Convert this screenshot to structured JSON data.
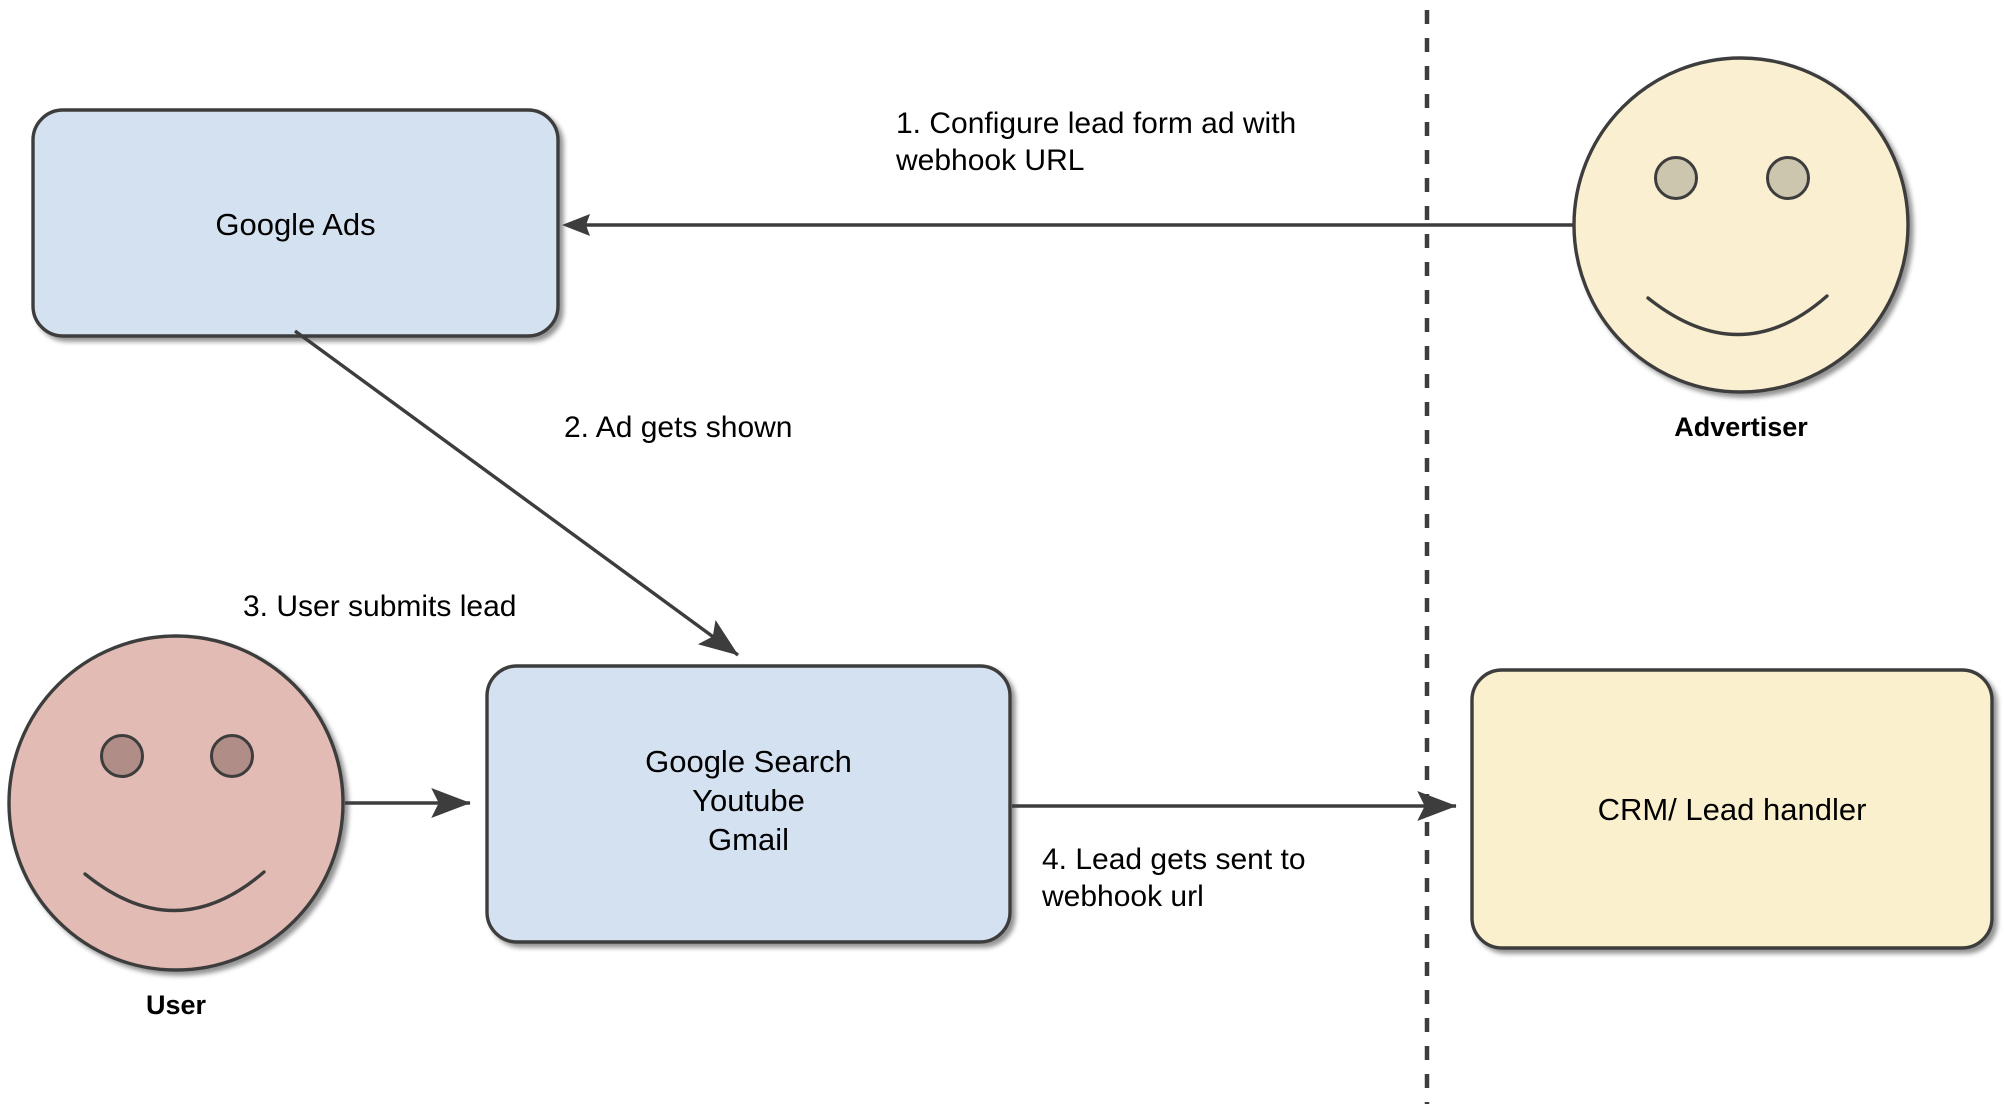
{
  "diagram": {
    "title": "Google Ads lead form webhook flow",
    "background": "#ffffff",
    "divider": {
      "name": "vertical-dashed-divider",
      "style": "dashed",
      "color": "#3d3d3d"
    },
    "colors": {
      "box_blue_fill": "#d4e1f0",
      "box_yellow_fill": "#fbf0cd",
      "actor_advertiser_fill": "#faefd0",
      "actor_advertiser_eye": "#cbc6ad",
      "actor_user_fill": "#e2bcb4",
      "actor_user_eye": "#b08d86",
      "stroke": "#3d3d3d",
      "text": "#000000"
    },
    "nodes": [
      {
        "id": "google-ads",
        "type": "rounded-rect",
        "label": "Google Ads",
        "fill": "#d4e1f0"
      },
      {
        "id": "google-surfaces",
        "type": "rounded-rect",
        "label": "Google Search\nYoutube\nGmail",
        "fill": "#d4e1f0"
      },
      {
        "id": "crm-lead-handler",
        "type": "rounded-rect",
        "label": "CRM/ Lead handler",
        "fill": "#fbf0cd"
      },
      {
        "id": "advertiser",
        "type": "smiley-actor",
        "label": "Advertiser",
        "fill": "#faefd0"
      },
      {
        "id": "user",
        "type": "smiley-actor",
        "label": "User",
        "fill": "#e2bcb4"
      }
    ],
    "edges": [
      {
        "id": "edge-1",
        "from": "advertiser",
        "to": "google-ads",
        "label": "1.  Configure lead form ad with\nwebhook URL",
        "direction": "left"
      },
      {
        "id": "edge-2",
        "from": "google-ads",
        "to": "google-surfaces",
        "label": "2.  Ad gets shown",
        "direction": "diagonal-down-right"
      },
      {
        "id": "edge-3",
        "from": "user",
        "to": "google-surfaces",
        "label": "3.  User submits lead",
        "direction": "right"
      },
      {
        "id": "edge-4",
        "from": "google-surfaces",
        "to": "crm-lead-handler",
        "label": "4.  Lead gets sent to\nwebhook url",
        "direction": "right"
      }
    ]
  }
}
